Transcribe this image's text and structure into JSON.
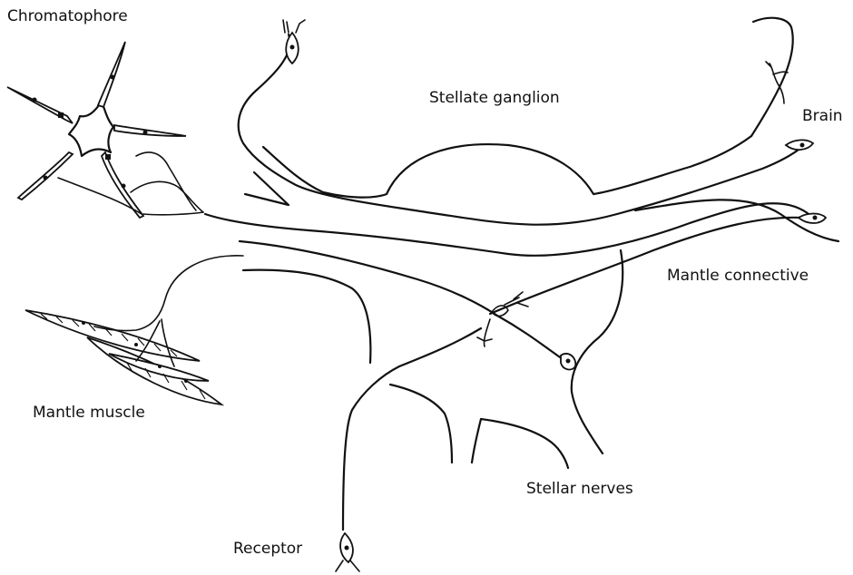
{
  "labels": {
    "chromatophore": "Chromatophore",
    "stellate_ganglion": "Stellate ganglion",
    "brain": "Brain",
    "mantle_connective": "Mantle connective",
    "mantle_muscle": "Mantle muscle",
    "stellar_nerves": "Stellar nerves",
    "receptor": "Receptor"
  }
}
